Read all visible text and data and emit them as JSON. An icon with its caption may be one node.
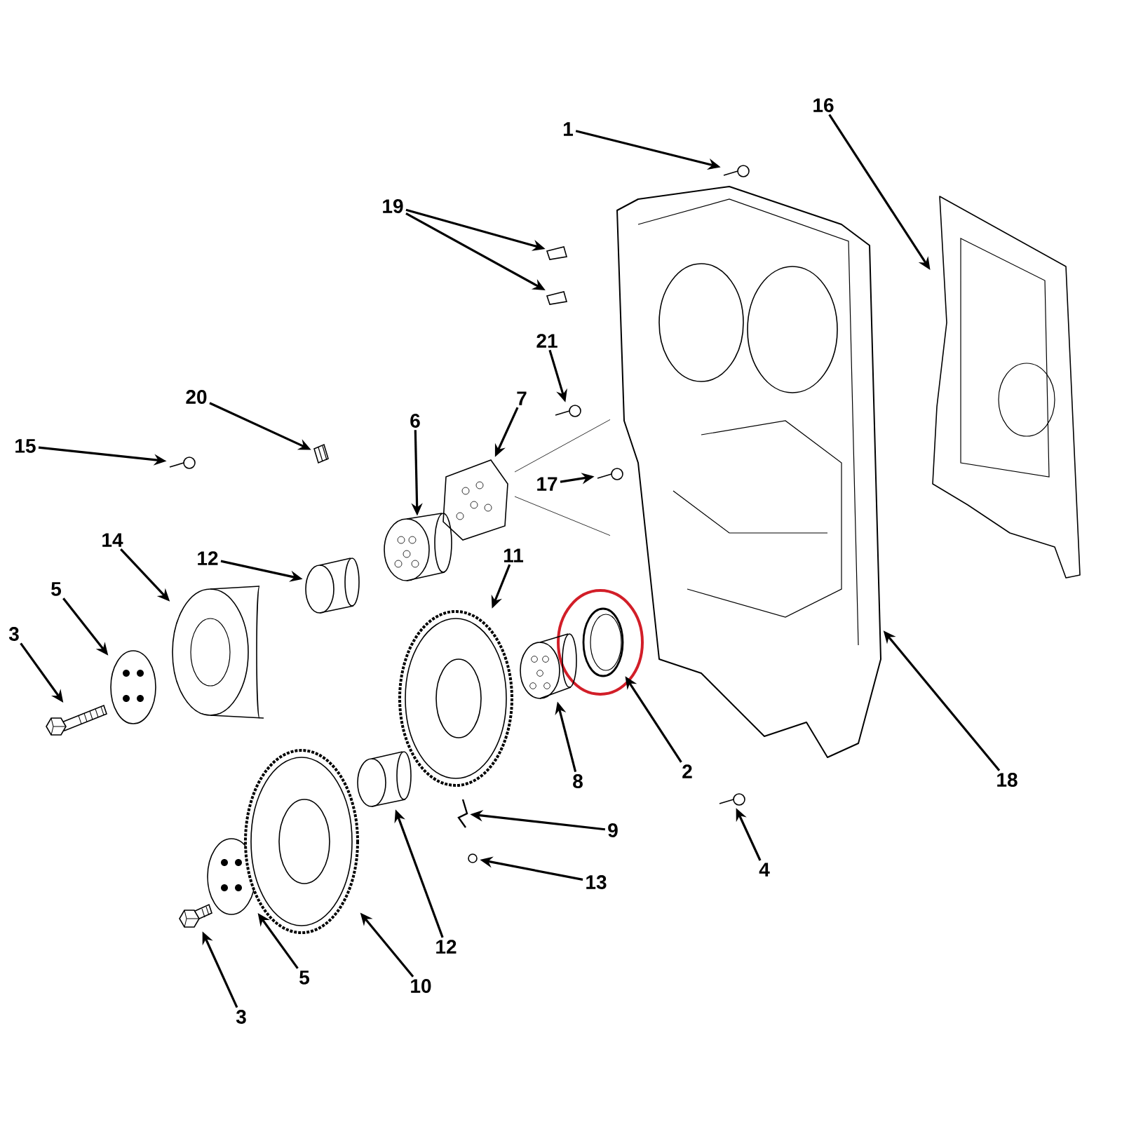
{
  "diagram": {
    "nodes": [
      {
        "text": [
          "1"
        ]
      },
      {
        "text": [
          "16"
        ]
      },
      {
        "text": [
          "19"
        ]
      },
      {
        "text": [
          "21"
        ]
      },
      {
        "text": [
          "20"
        ]
      },
      {
        "text": [
          "7"
        ]
      },
      {
        "text": [
          "6"
        ]
      },
      {
        "text": [
          "15"
        ]
      },
      {
        "text": [
          "17"
        ]
      },
      {
        "text": [
          "14"
        ]
      },
      {
        "text": [
          "12"
        ]
      },
      {
        "text": [
          "11"
        ]
      },
      {
        "text": [
          "5"
        ]
      },
      {
        "text": [
          "3"
        ]
      },
      {
        "text": [
          "2"
        ]
      },
      {
        "text": [
          "8"
        ]
      },
      {
        "text": [
          "18"
        ]
      },
      {
        "text": [
          "9"
        ]
      },
      {
        "text": [
          "4"
        ]
      },
      {
        "text": [
          "13"
        ]
      },
      {
        "text": [
          "12"
        ]
      },
      {
        "text": [
          "5"
        ]
      },
      {
        "text": [
          "10"
        ]
      },
      {
        "text": [
          "3"
        ]
      },
      {
        "text": [],
        "shape": "picture"
      },
      {
        "text": [],
        "shape": "picture"
      },
      {
        "text": [],
        "shape": "picture"
      },
      {
        "text": [],
        "shape": "picture"
      },
      {
        "text": [],
        "shape": "picture"
      },
      {
        "text": [],
        "shape": "picture"
      },
      {
        "text": [],
        "shape": "picture"
      },
      {
        "text": [],
        "shape": "picture"
      },
      {
        "text": [],
        "shape": "picture"
      },
      {
        "text": [],
        "shape": "picture"
      },
      {
        "text": [],
        "shape": "picture"
      },
      {
        "text": [],
        "shape": "picture"
      },
      {
        "text": [],
        "shape": "picture"
      },
      {
        "text": [],
        "shape": "picture"
      },
      {
        "text": [],
        "shape": "picture"
      },
      {
        "text": [],
        "shape": "picture"
      },
      {
        "text": [],
        "shape": "picture"
      },
      {
        "text": [],
        "shape": "picture"
      },
      {
        "text": [],
        "shape": "picture"
      },
      {
        "text": [],
        "shape": "picture"
      },
      {
        "text": [],
        "shape": "picture"
      },
      {
        "text": [],
        "shape": "picture"
      },
      {
        "text": [],
        "shape": "picture"
      },
      {
        "text": [],
        "shape": "picture"
      },
      {
        "text": [],
        "shape": "picture"
      }
    ],
    "edges": [
      {
        "from": 0,
        "to": 24,
        "arrow": "to"
      },
      {
        "from": 1,
        "to": 25,
        "arrow": "to"
      },
      {
        "from": 2,
        "to": 26,
        "arrow": "to"
      },
      {
        "from": 2,
        "to": 27,
        "arrow": "to"
      },
      {
        "from": 3,
        "to": 28,
        "arrow": "to"
      },
      {
        "from": 4,
        "to": 29,
        "arrow": "to"
      },
      {
        "from": 5,
        "to": 30,
        "arrow": "to"
      },
      {
        "from": 6,
        "to": 31,
        "arrow": "to"
      },
      {
        "from": 7,
        "to": 32,
        "arrow": "to"
      },
      {
        "from": 8,
        "to": 33,
        "arrow": "to"
      },
      {
        "from": 9,
        "to": 34,
        "arrow": "to"
      },
      {
        "from": 10,
        "to": 35,
        "arrow": "to"
      },
      {
        "from": 11,
        "to": 36,
        "arrow": "to"
      },
      {
        "from": 12,
        "to": 37,
        "arrow": "to"
      },
      {
        "from": 13,
        "to": 38,
        "arrow": "to"
      },
      {
        "from": 14,
        "to": 39,
        "arrow": "to"
      },
      {
        "from": 15,
        "to": 40,
        "arrow": "to"
      },
      {
        "from": 16,
        "to": 41,
        "arrow": "to"
      },
      {
        "from": 17,
        "to": 42,
        "arrow": "to"
      },
      {
        "from": 18,
        "to": 43,
        "arrow": "to"
      },
      {
        "from": 19,
        "to": 44,
        "arrow": "to"
      },
      {
        "from": 20,
        "to": 45,
        "arrow": "to"
      },
      {
        "from": 21,
        "to": 46,
        "arrow": "to"
      },
      {
        "from": 22,
        "to": 47,
        "arrow": "to"
      },
      {
        "from": 23,
        "to": 48,
        "arrow": "to"
      }
    ]
  }
}
